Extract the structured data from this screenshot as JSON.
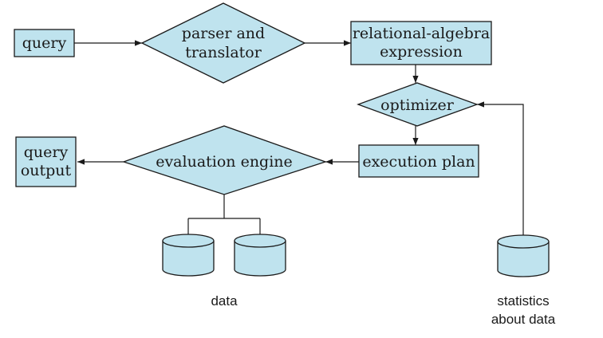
{
  "nodes": {
    "query": {
      "lines": [
        "query"
      ]
    },
    "parser": {
      "lines": [
        "parser and",
        "translator"
      ]
    },
    "relational": {
      "lines": [
        "relational-algebra",
        "expression"
      ]
    },
    "optimizer": {
      "lines": [
        "optimizer"
      ]
    },
    "execution": {
      "lines": [
        "execution plan"
      ]
    },
    "evaluation": {
      "lines": [
        "evaluation engine"
      ]
    },
    "output": {
      "lines": [
        "query",
        "output"
      ]
    }
  },
  "stores": {
    "data": {
      "lines": [
        "data"
      ]
    },
    "statistics": {
      "lines": [
        "statistics",
        "about data"
      ]
    }
  },
  "colors": {
    "node_fill": "#bfe3ee",
    "stroke": "#1a1a1a"
  }
}
